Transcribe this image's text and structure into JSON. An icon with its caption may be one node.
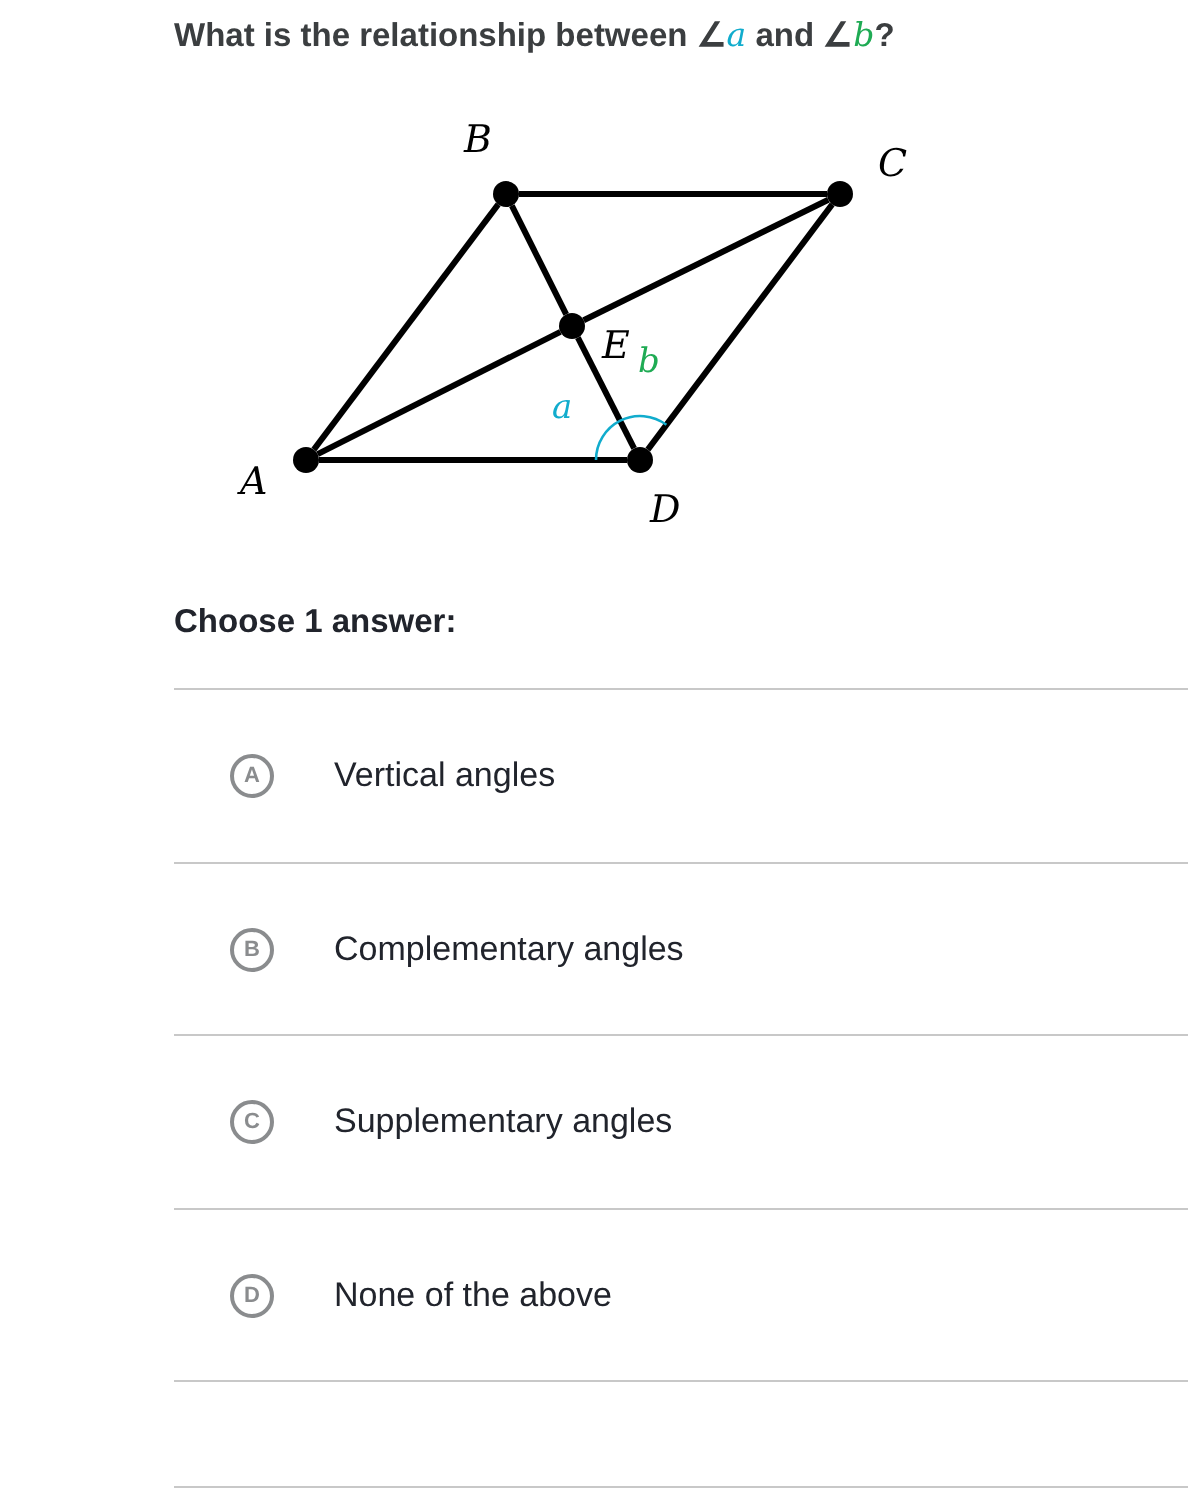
{
  "diagram": {
    "title": "What is the relationship between ∠*a* and ∠*b*?",
    "nodes": [
      {
        "text": [],
        "shape": "circle",
        "beside": [
          "A"
        ]
      },
      {
        "text": [],
        "shape": "circle",
        "beside": [
          "B"
        ]
      },
      {
        "text": [],
        "shape": "circle",
        "beside": [
          "C"
        ]
      },
      {
        "text": [],
        "shape": "circle",
        "beside": [
          "D"
        ]
      },
      {
        "text": [],
        "shape": "circle",
        "beside": [
          "E"
        ]
      }
    ],
    "edges": [
      {
        "from": 0,
        "to": 1,
        "arrow": "none"
      },
      {
        "from": 1,
        "to": 2,
        "arrow": "none"
      },
      {
        "from": 2,
        "to": 3,
        "arrow": "none"
      },
      {
        "from": 0,
        "to": 3,
        "arrow": "none"
      },
      {
        "from": 0,
        "to": 4,
        "arrow": "none"
      },
      {
        "from": 4,
        "to": 2,
        "arrow": "none"
      },
      {
        "from": 1,
        "to": 4,
        "arrow": "none"
      },
      {
        "from": 4,
        "to": 3,
        "arrow": "none"
      }
    ],
    "labels": [
      "a",
      "b",
      "Choose 1 answer:",
      "A",
      "Vertical angles",
      "B",
      "Complementary angles",
      "C",
      "Supplementary angles",
      "D",
      "None of the above"
    ]
  }
}
